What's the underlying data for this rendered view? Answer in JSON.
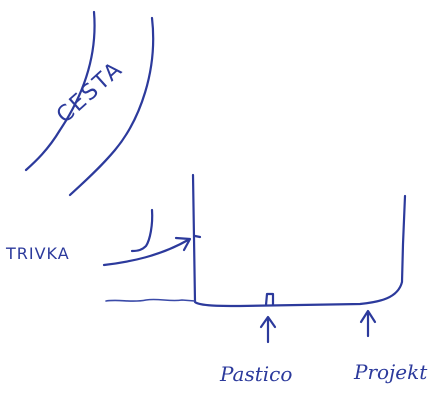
{
  "labels": {
    "road": "CESTA",
    "trivka": "TRIVKA",
    "pastico": "Pastico",
    "project": "Projekt"
  },
  "colors": {
    "ink": "#2c3a9c",
    "paper": "#ffffff"
  }
}
